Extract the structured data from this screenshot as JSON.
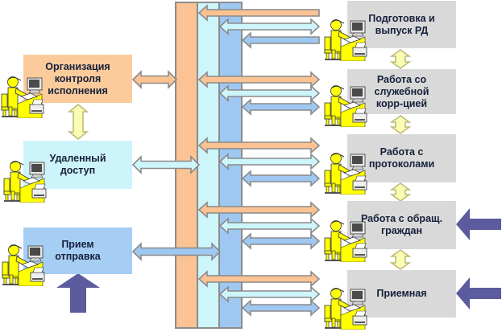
{
  "diagram": {
    "bus": {
      "lanes": [
        {
          "name": "orange",
          "color": "#fbc393"
        },
        {
          "name": "cyan",
          "color": "#cdf6fb"
        },
        {
          "name": "blue",
          "color": "#9ec8f2"
        }
      ],
      "outline_color": "#8c8c8c"
    },
    "left_modules": [
      {
        "label": "Организация\nконтроля\nисполнения",
        "color": "#fccb9c",
        "bus_link": "orange",
        "direction": "both",
        "icon": "user-workstation-icon"
      },
      {
        "label": "Удаленный\nдоступ",
        "color": "#cdf4fa",
        "bus_link": "cyan",
        "direction": "both",
        "icon": "user-workstation-icon"
      },
      {
        "label": "Прием\nотправка",
        "color": "#a6cef4",
        "bus_link": "blue",
        "direction": "both",
        "icon": "user-workstation-icon",
        "external_input": "from-below"
      }
    ],
    "left_module_links": [
      {
        "between": [
          0,
          1
        ],
        "type": "bidirectional"
      }
    ],
    "right_modules": [
      {
        "label": "Подготовка и\nвыпуск РД",
        "color": "#d9d9d9",
        "icon": "user-workstation-icon",
        "bus_links": {
          "orange": "to-bus",
          "cyan": "both",
          "blue": "to-bus"
        }
      },
      {
        "label": "Работа со\nслужебной\nкорр-цией",
        "color": "#d9d9d9",
        "icon": "user-workstation-icon",
        "bus_links": {
          "orange": "both",
          "cyan": "both",
          "blue": "both"
        }
      },
      {
        "label": "Работа с\nпротоколами",
        "color": "#d9d9d9",
        "icon": "user-workstation-icon",
        "bus_links": {
          "orange": "both",
          "cyan": "both",
          "blue": "both"
        }
      },
      {
        "label": "Работа с обращ.\nграждан",
        "color": "#d9d9d9",
        "icon": "user-workstation-icon",
        "bus_links": {
          "orange": "both",
          "cyan": "both",
          "blue": "both"
        },
        "external_input": "from-right"
      },
      {
        "label": "Приемная",
        "color": "#d9d9d9",
        "icon": "user-workstation-icon",
        "bus_links": {
          "orange": "both",
          "cyan": "both",
          "blue": "both"
        },
        "external_input": "from-right"
      }
    ],
    "right_module_links": [
      {
        "between": [
          0,
          1
        ],
        "type": "bidirectional"
      },
      {
        "between": [
          1,
          2
        ],
        "type": "bidirectional"
      },
      {
        "between": [
          2,
          3
        ],
        "type": "bidirectional"
      },
      {
        "between": [
          3,
          4
        ],
        "type": "bidirectional"
      }
    ],
    "colors": {
      "inter_module_arrow": "#fbfbb4",
      "external_input_arrow": "#5b5b9e",
      "arrow_outline": "#8a8a8a",
      "label_text": "#15203a"
    }
  }
}
